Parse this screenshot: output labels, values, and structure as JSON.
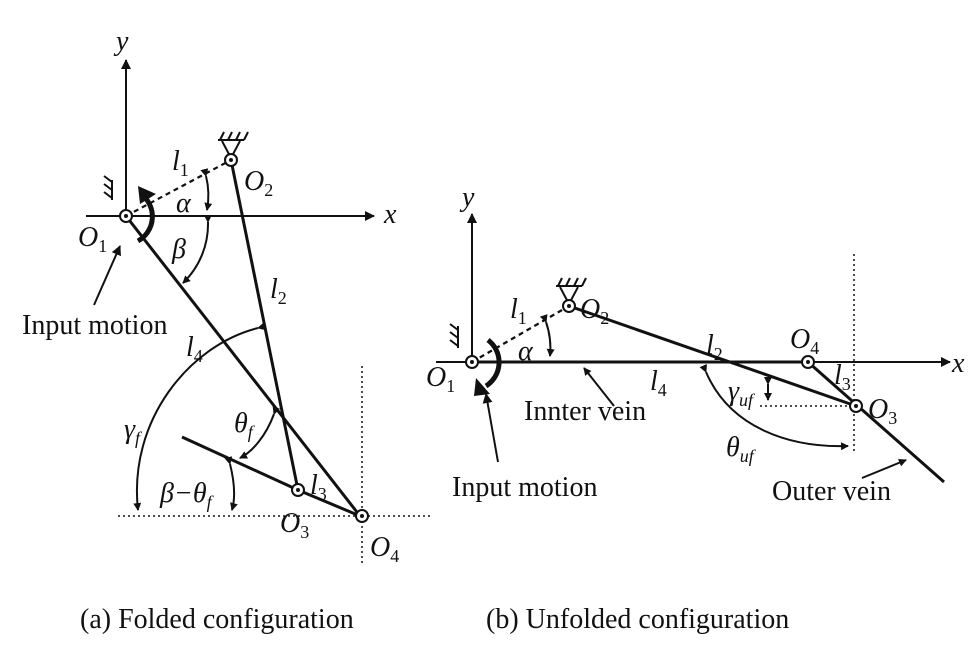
{
  "panel_a": {
    "axis_y": "y",
    "axis_x": "x",
    "O1": {
      "main": "O",
      "sub": "1"
    },
    "O2": {
      "main": "O",
      "sub": "2"
    },
    "O3": {
      "main": "O",
      "sub": "3"
    },
    "O4": {
      "main": "O",
      "sub": "4"
    },
    "l1": {
      "main": "l",
      "sub": "1"
    },
    "l2": {
      "main": "l",
      "sub": "2"
    },
    "l3": {
      "main": "l",
      "sub": "3"
    },
    "l4": {
      "main": "l",
      "sub": "4"
    },
    "alpha": "α",
    "beta": "β",
    "gamma": {
      "main": "γ",
      "sub": "f"
    },
    "theta": {
      "main": "θ",
      "sub": "f"
    },
    "beta_minus_theta": {
      "main": "β−θ",
      "sub": "f"
    },
    "input_motion": "Input motion",
    "caption": "(a) Folded configuration"
  },
  "panel_b": {
    "axis_y": "y",
    "axis_x": "x",
    "O1": {
      "main": "O",
      "sub": "1"
    },
    "O2": {
      "main": "O",
      "sub": "2"
    },
    "O3": {
      "main": "O",
      "sub": "3"
    },
    "O4": {
      "main": "O",
      "sub": "4"
    },
    "l1": {
      "main": "l",
      "sub": "1"
    },
    "l2": {
      "main": "l",
      "sub": "2"
    },
    "l3": {
      "main": "l",
      "sub": "3"
    },
    "l4": {
      "main": "l",
      "sub": "4"
    },
    "alpha": "α",
    "gamma": {
      "main": "γ",
      "sub": "uf"
    },
    "theta": {
      "main": "θ",
      "sub": "uf"
    },
    "inner_vein": "Innter vein",
    "outer_vein": "Outer vein",
    "input_motion": "Input motion",
    "caption": "(b) Unfolded configuration"
  }
}
